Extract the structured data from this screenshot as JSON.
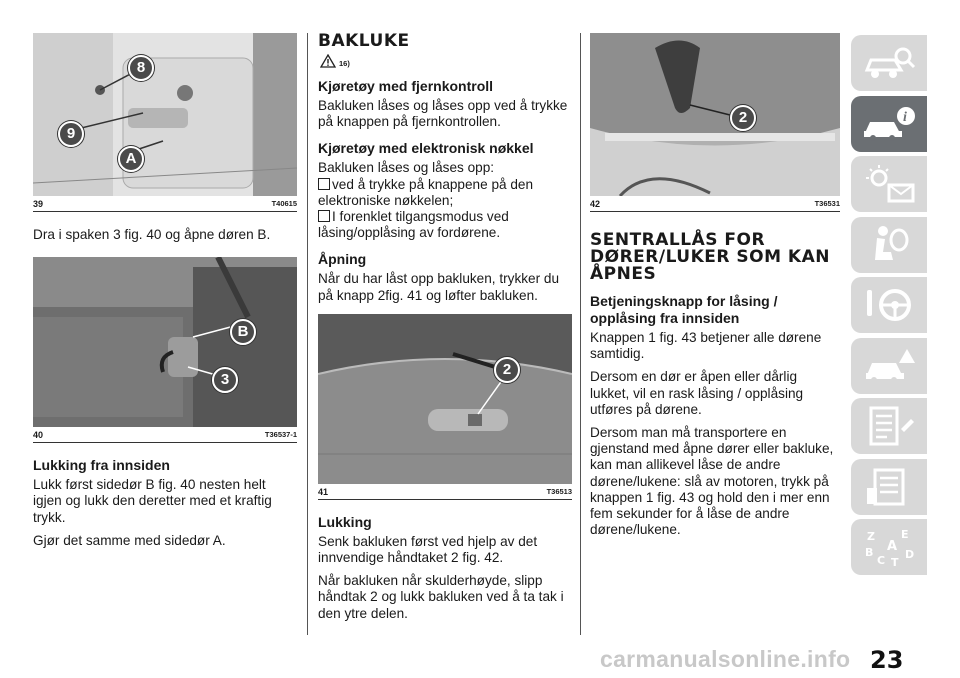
{
  "col1": {
    "fig39": {
      "number": "39",
      "ref": "T40615",
      "callouts": [
        "8",
        "9",
        "A"
      ]
    },
    "p_intro": "Dra i spaken 3 fig. 40 og åpne døren B.",
    "fig40": {
      "number": "40",
      "ref": "T36537-1",
      "callouts": [
        "B",
        "3"
      ]
    },
    "h_lukking_innsiden": "Lukking fra innsiden",
    "p_lukk1": "Lukk først sidedør B fig. 40 nesten helt igjen og lukk den deretter med et kraftig trykk.",
    "p_lukk2": "Gjør det samme med sidedør A."
  },
  "col2": {
    "title": "BAKLUKE",
    "warning_note": "16)",
    "h_fjernkontroll": "Kjøretøy med fjernkontroll",
    "p_fjern": "Bakluken låses og låses opp ved å trykke på knappen på fjernkontrollen.",
    "h_elektronisk": "Kjøretøy med elektronisk nøkkel",
    "p_elek": "Bakluken låses og låses opp:",
    "bullet1": "ved å trykke på knappene på den elektroniske nøkkelen;",
    "bullet2": "I forenklet tilgangsmodus ved låsing/opplåsing av fordørene.",
    "h_apning": "Åpning",
    "p_apning": "Når du har låst opp bakluken, trykker du på knapp 2fig. 41 og løfter bakluken.",
    "fig41": {
      "number": "41",
      "ref": "T36513",
      "callouts": [
        "2"
      ]
    },
    "h_lukking": "Lukking",
    "p_lukking1": "Senk bakluken først ved hjelp av det innvendige håndtaket 2 fig. 42.",
    "p_lukking2": "Når bakluken når skulderhøyde, slipp håndtak 2 og lukk bakluken ved å ta tak i den ytre delen."
  },
  "col3": {
    "fig42": {
      "number": "42",
      "ref": "T36531",
      "callouts": [
        "2"
      ]
    },
    "title": "SENTRALLÅS FOR DØRER/LUKER SOM KAN ÅPNES",
    "h_betjening": "Betjeningsknapp for låsing / opplåsing fra innsiden",
    "p1": "Knappen 1 fig. 43 betjener alle dørene samtidig.",
    "p2": "Dersom en dør er åpen eller dårlig lukket, vil en rask låsing / opplåsing utføres på dørene.",
    "p3": "Dersom man må transportere en gjenstand med åpne dører eller bakluke, kan man allikevel låse de andre dørene/lukene: slå av motoren, trykk på knappen 1 fig. 43 og hold den i mer enn fem sekunder for å låse de andre dørene/lukene."
  },
  "sidebar": {
    "tabs": [
      {
        "icon": "car-search-icon",
        "active": false
      },
      {
        "icon": "car-info-icon",
        "active": true
      },
      {
        "icon": "warning-lights-icon",
        "active": false
      },
      {
        "icon": "airbag-seat-icon",
        "active": false
      },
      {
        "icon": "steering-wheel-icon",
        "active": false
      },
      {
        "icon": "car-warning-icon",
        "active": false
      },
      {
        "icon": "service-checklist-icon",
        "active": false
      },
      {
        "icon": "specs-icon",
        "active": false
      },
      {
        "icon": "alphabet-index-icon",
        "active": false
      }
    ],
    "index_letters": [
      "Z",
      "E",
      "A",
      "B",
      "C",
      "D",
      "T"
    ]
  },
  "page_number": "23",
  "watermark": "carmanualsonline.info",
  "colors": {
    "active_tab": "#6b6f73",
    "inactive_tab": "#d8d8d8",
    "callout": "#4a4a4a"
  }
}
